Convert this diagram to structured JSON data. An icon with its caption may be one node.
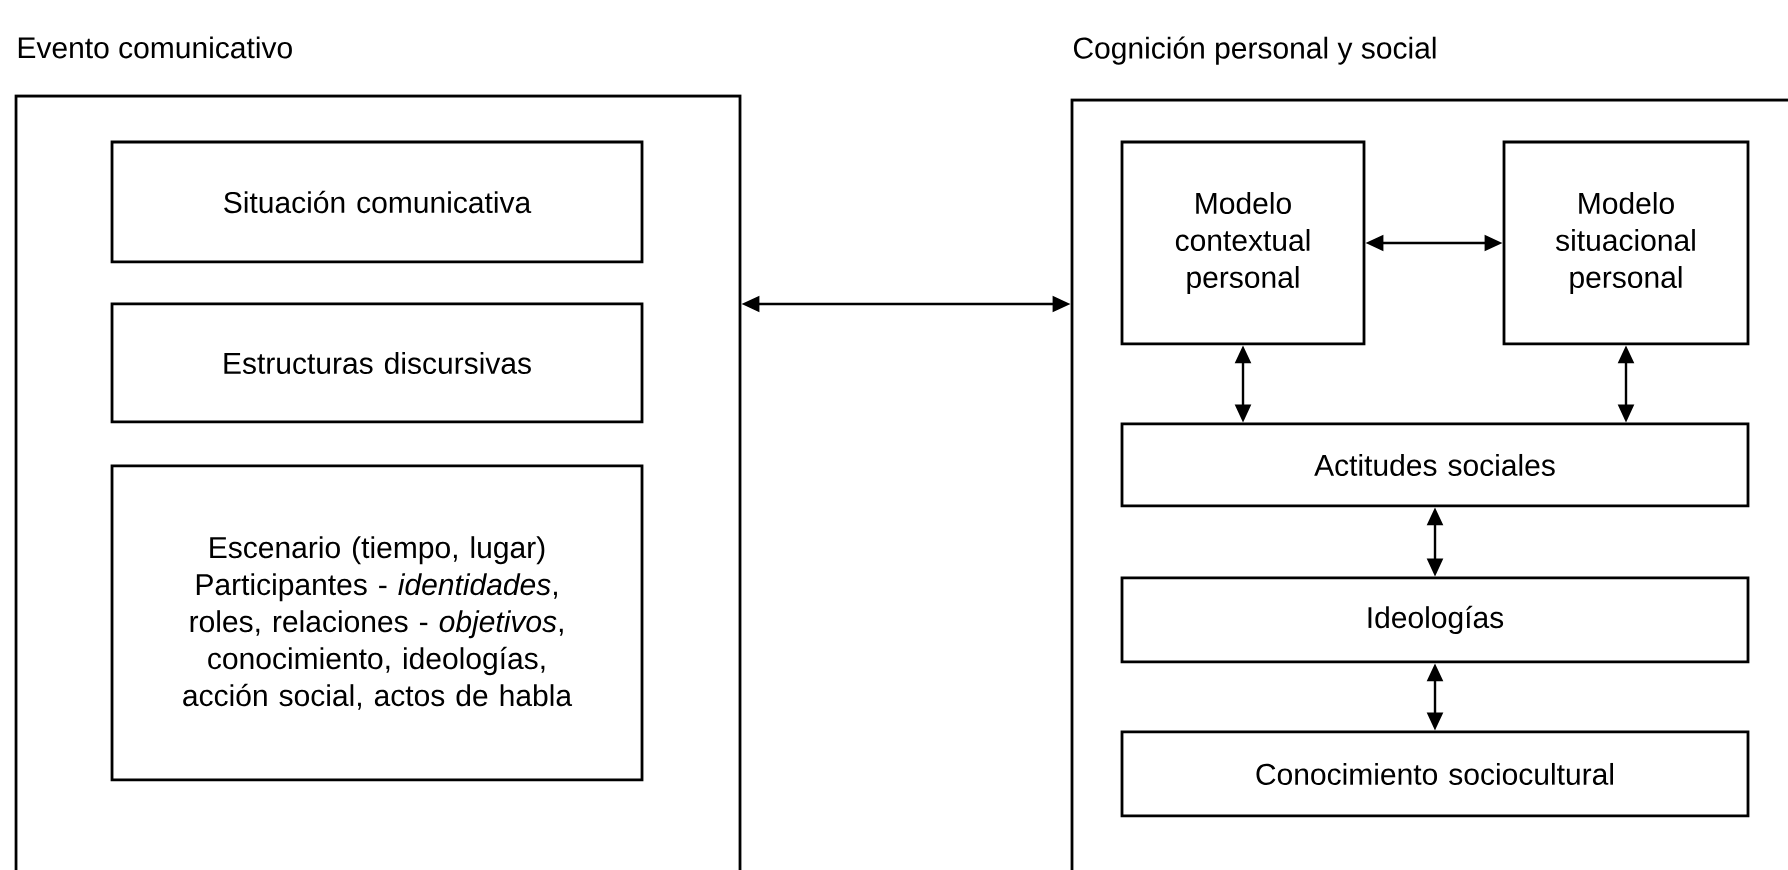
{
  "diagram": {
    "nodes": [
      {
        "text": [
          "Evento comunicativo"
        ]
      },
      {
        "text": [
          "Situación comunicativa"
        ],
        "in": 0
      },
      {
        "text": [
          "Estructuras discursivas"
        ],
        "in": 0
      },
      {
        "text": [
          "Escenario (tiempo, lugar) Participantes - *identidades*, roles, relaciones - *objetivos*, conocimiento, ideologías, acción social, actos de habla"
        ],
        "in": 0
      },
      {
        "text": [
          "Cognición personal y social"
        ]
      },
      {
        "text": [
          "Modelo contextual personal"
        ],
        "in": 4
      },
      {
        "text": [
          "Modelo situacional personal"
        ],
        "in": 4
      },
      {
        "text": [
          "Actitudes sociales"
        ],
        "in": 4
      },
      {
        "text": [
          "Ideologías"
        ],
        "in": 4
      },
      {
        "text": [
          "Conocimiento sociocultural"
        ],
        "in": 4
      }
    ],
    "edges": [
      {
        "from": 0,
        "to": 4,
        "arrow": "both"
      },
      {
        "from": 5,
        "to": 6,
        "arrow": "both"
      },
      {
        "from": 5,
        "to": 7,
        "arrow": "both"
      },
      {
        "from": 6,
        "to": 7,
        "arrow": "both"
      },
      {
        "from": 7,
        "to": 8,
        "arrow": "both"
      },
      {
        "from": 8,
        "to": 9,
        "arrow": "both"
      }
    ]
  }
}
